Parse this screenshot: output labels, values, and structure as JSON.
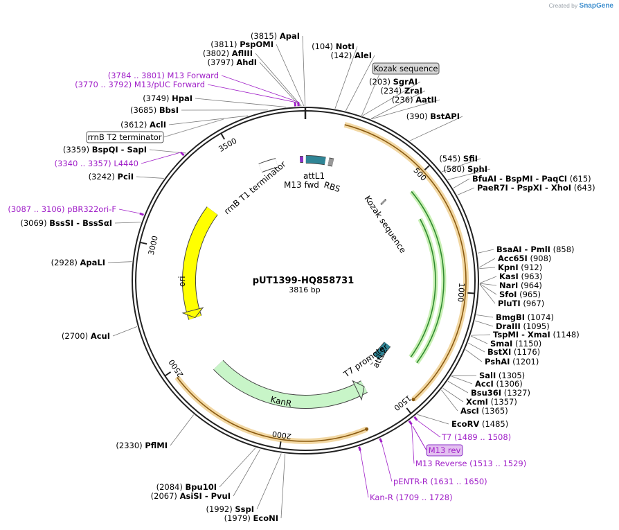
{
  "credit": {
    "prefix": "Created by",
    "brand": "SnapGene"
  },
  "plasmid": {
    "name": "pUT1399-HQ858731",
    "length_label": "3816 bp",
    "length": 3816
  },
  "ticks": [
    {
      "bp": 500,
      "label": "500"
    },
    {
      "bp": 1000,
      "label": "1000"
    },
    {
      "bp": 1500,
      "label": "1500"
    },
    {
      "bp": 2000,
      "label": "2000"
    },
    {
      "bp": 2500,
      "label": "2500"
    },
    {
      "bp": 3000,
      "label": "3000"
    },
    {
      "bp": 3500,
      "label": "3500"
    }
  ],
  "features": [
    {
      "name": "attL1",
      "start": 3,
      "end": 100,
      "color": "#2f8596",
      "type": "arrow"
    },
    {
      "name": "M13 fwd",
      "start": 3789,
      "end": 3805,
      "color": "#8b2fc9",
      "type": "arrow"
    },
    {
      "name": "RBS",
      "start": 117,
      "end": 140,
      "color": "#999999",
      "type": "box"
    },
    {
      "name": "Kozak sequence",
      "start": 470,
      "end": 480,
      "color": "#999999",
      "type": "box"
    },
    {
      "name": "T7 promoter",
      "start": 1489,
      "end": 1507,
      "color": "#ffffff",
      "type": "arrow-rev"
    },
    {
      "name": "attL2",
      "start": 1355,
      "end": 1454,
      "color": "#2f8596",
      "type": "arrow-rev"
    },
    {
      "name": "KanR",
      "start": 1600,
      "end": 2395,
      "color": "#c8f5c8",
      "type": "arrow-rev"
    },
    {
      "name": "ori",
      "start": 2665,
      "end": 3253,
      "color": "#ffff00",
      "type": "arrow-rev"
    },
    {
      "name": "rrnB T1 terminator",
      "start": 3585,
      "end": 3671,
      "color": "#ffffff",
      "type": "arrow-rev"
    },
    {
      "name": "M13 rev",
      "start": 1513,
      "end": 1529,
      "color": "#8b2fc9",
      "type": "arrow-rev"
    }
  ],
  "orfs": [
    {
      "start": 150,
      "end": 1460,
      "direction": "forward",
      "color": "#e8b85a"
    },
    {
      "start": 1670,
      "end": 2470,
      "direction": "reverse",
      "color": "#e8b85a"
    }
  ],
  "green_orfs": [
    {
      "start": 530,
      "end": 1340,
      "color": "#2f8a2f"
    },
    {
      "start": 655,
      "end": 1335,
      "color": "#2f8a2f"
    }
  ],
  "box_labels": [
    {
      "text": "Kozak sequence"
    },
    {
      "text": "rrnB T2 terminator"
    },
    {
      "text": "M13 rev"
    }
  ],
  "sites": [
    {
      "name": "ApaI",
      "pos": "(3815)",
      "bp": 3815
    },
    {
      "name": "PspOMI",
      "pos": "(3811)",
      "bp": 3811
    },
    {
      "name": "AflIII",
      "pos": "(3802)",
      "bp": 3802
    },
    {
      "name": "AhdI",
      "pos": "(3797)",
      "bp": 3797
    },
    {
      "name": "HpaI",
      "pos": "(3749)",
      "bp": 3749
    },
    {
      "name": "BbsI",
      "pos": "(3685)",
      "bp": 3685
    },
    {
      "name": "AclI",
      "pos": "(3612)",
      "bp": 3612
    },
    {
      "name": "BspQI  - SapI",
      "pos": "(3359)",
      "bp": 3359
    },
    {
      "name": "PciI",
      "pos": "(3242)",
      "bp": 3242
    },
    {
      "name": "BssSI  - BssSαI",
      "pos": "(3069)",
      "bp": 3069
    },
    {
      "name": "ApaLI",
      "pos": "(2928)",
      "bp": 2928
    },
    {
      "name": "AcuI",
      "pos": "(2700)",
      "bp": 2700
    },
    {
      "name": "PflMI",
      "pos": "(2330)",
      "bp": 2330
    },
    {
      "name": "Bpu10I",
      "pos": "(2084)",
      "bp": 2084
    },
    {
      "name": "AsiSI  - PvuI",
      "pos": "(2067)",
      "bp": 2067
    },
    {
      "name": "SspI",
      "pos": "(1992)",
      "bp": 1992
    },
    {
      "name": "EcoNI",
      "pos": "(1979)",
      "bp": 1979
    },
    {
      "name": "NotI",
      "pos": "(104)",
      "bp": 104
    },
    {
      "name": "AleI",
      "pos": "(142)",
      "bp": 142
    },
    {
      "name": "SgrAI",
      "pos": "(203)",
      "bp": 203
    },
    {
      "name": "ZraI",
      "pos": "(234)",
      "bp": 234
    },
    {
      "name": "AatII",
      "pos": "(236)",
      "bp": 236
    },
    {
      "name": "BstAPI",
      "pos": "(390)",
      "bp": 390
    },
    {
      "name": "SfiI",
      "pos": "(545)",
      "bp": 545
    },
    {
      "name": "SphI",
      "pos": "(580)",
      "bp": 580
    },
    {
      "name": "BfuAI  - BspMI  - PaqCI",
      "pos": "(615)",
      "bp": 615
    },
    {
      "name": "PaeR7I  - PspXI  - XhoI",
      "pos": "(643)",
      "bp": 643
    },
    {
      "name": "BsaAI  - PmlI",
      "pos": "(858)",
      "bp": 858
    },
    {
      "name": "Acc65I",
      "pos": "(908)",
      "bp": 908
    },
    {
      "name": "KpnI",
      "pos": "(912)",
      "bp": 912
    },
    {
      "name": "KasI",
      "pos": "(963)",
      "bp": 963
    },
    {
      "name": "NarI",
      "pos": "(964)",
      "bp": 964
    },
    {
      "name": "SfoI",
      "pos": "(965)",
      "bp": 965
    },
    {
      "name": "PluTI",
      "pos": "(967)",
      "bp": 967
    },
    {
      "name": "BmgBI",
      "pos": "(1074)",
      "bp": 1074
    },
    {
      "name": "DraIII",
      "pos": "(1095)",
      "bp": 1095
    },
    {
      "name": "TspMI  - XmaI",
      "pos": "(1148)",
      "bp": 1148
    },
    {
      "name": "SmaI",
      "pos": "(1150)",
      "bp": 1150
    },
    {
      "name": "BstXI",
      "pos": "(1176)",
      "bp": 1176
    },
    {
      "name": "PshAI",
      "pos": "(1201)",
      "bp": 1201
    },
    {
      "name": "SalI",
      "pos": "(1305)",
      "bp": 1305
    },
    {
      "name": "AccI",
      "pos": "(1306)",
      "bp": 1306
    },
    {
      "name": "Bsu36I",
      "pos": "(1327)",
      "bp": 1327
    },
    {
      "name": "XcmI",
      "pos": "(1357)",
      "bp": 1357
    },
    {
      "name": "AscI",
      "pos": "(1365)",
      "bp": 1365
    },
    {
      "name": "EcoRV",
      "pos": "(1485)",
      "bp": 1485
    }
  ],
  "primers": [
    {
      "name": "M13 Forward",
      "range": "(3784 .. 3801)",
      "bp": 3792
    },
    {
      "name": "M13/pUC Forward",
      "range": "(3770 .. 3792)",
      "bp": 3781
    },
    {
      "name": "L4440",
      "range": "(3340 .. 3357)",
      "bp": 3348
    },
    {
      "name": "pBR322ori-F",
      "range": "(3087 .. 3106)",
      "bp": 3096
    },
    {
      "name": "T7",
      "range": "(1489 .. 1508)",
      "bp": 1498
    },
    {
      "name": "M13 Reverse",
      "range": "(1513 .. 1529)",
      "bp": 1521
    },
    {
      "name": "pENTR-R",
      "range": "(1631 .. 1650)",
      "bp": 1640
    },
    {
      "name": "Kan-R",
      "range": "(1709 .. 1728)",
      "bp": 1718
    }
  ]
}
